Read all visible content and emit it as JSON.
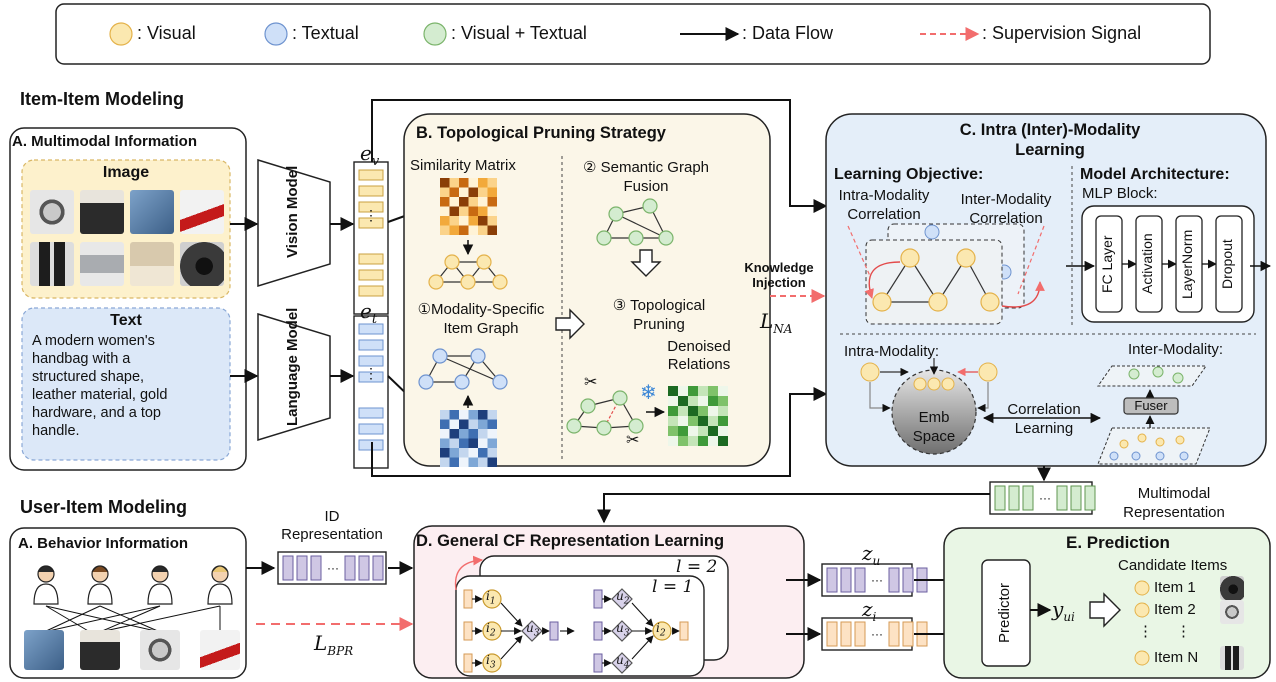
{
  "legend": {
    "visual": ": Visual",
    "textual": ": Textual",
    "visual_textual": ": Visual + Textual",
    "data_flow": ": Data Flow",
    "supervision": ": Supervision Signal"
  },
  "colors": {
    "visual": "#fbe8b0",
    "textual": "#cfe0f8",
    "vt": "#d4ecd0",
    "supervision": "#f26d6d",
    "panel_b": "#fbf6e8",
    "panel_c": "#e4eef9",
    "panel_d": "#fceef1",
    "panel_e": "#e9f6e5"
  },
  "item_modeling": {
    "heading": "Item-Item Modeling",
    "panel_a_title": "A. Multimodal Information",
    "image_title": "Image",
    "text_title": "Text",
    "text_body": [
      "A modern women's",
      "handbag with a",
      "structured shape,",
      "leather material, gold",
      "hardware, and a top",
      "handle."
    ],
    "vision_model": "Vision Model",
    "language_model": "Language Model",
    "ev": "e",
    "ev_sub": "v",
    "et": "e",
    "et_sub": "t",
    "ellipsis": "⋮"
  },
  "panel_b": {
    "title": "B. Topological Pruning Strategy",
    "similarity_matrix": "Similarity Matrix",
    "semantic_fusion": [
      "② Semantic Graph",
      "Fusion"
    ],
    "modality_graph": [
      "①Modality-Specific",
      "Item Graph"
    ],
    "topo_pruning": [
      "③ Topological",
      "Pruning"
    ],
    "denoised": [
      "Denoised",
      "Relations"
    ],
    "snowflake": "❄",
    "scissors": "✂"
  },
  "knowledge": {
    "label": [
      "Knowledge",
      "Injection"
    ],
    "loss": "L",
    "loss_sub": "NA"
  },
  "panel_c": {
    "title": [
      "C. Intra (Inter)-Modality",
      "Learning"
    ],
    "learning_objective": "Learning Objective:",
    "intra_corr": [
      "Intra-Modality",
      "Correlation"
    ],
    "inter_corr": [
      "Inter-Modality",
      "Correlation"
    ],
    "model_arch": "Model Architecture:",
    "mlp_block": "MLP Block:",
    "layers": [
      "FC Layer",
      "Activation",
      "LayerNorm",
      "Dropout"
    ],
    "intra_modality": "Intra-Modality:",
    "inter_modality": "Inter-Modality:",
    "emb_space": [
      "Emb",
      "Space"
    ],
    "correlation_learning": [
      "Correlation",
      "Learning"
    ],
    "fuser": "Fuser"
  },
  "multimodal_rep": [
    "Multimodal",
    "Representation"
  ],
  "user_modeling": {
    "heading": "User-Item Modeling",
    "panel_a_title": "A. Behavior Information",
    "id_rep": [
      "ID",
      "Representation"
    ],
    "loss": "L",
    "loss_sub": "BPR"
  },
  "panel_d": {
    "title": "D. General CF Representation Learning",
    "l2": "l = 2",
    "l1": "l = 1",
    "i1": "i",
    "i1_sub": "1",
    "i2": "i",
    "i2_sub": "2",
    "i3": "i",
    "i3_sub": "3",
    "u1": "u",
    "u1_sub": "1",
    "u2": "u",
    "u2_sub": "2",
    "u3": "u",
    "u3_sub": "3",
    "u4": "u",
    "u4_sub": "4"
  },
  "outputs": {
    "zu": "z",
    "zu_sub": "u",
    "zi": "z",
    "zi_sub": "i",
    "dots": "···"
  },
  "panel_e": {
    "title": "E. Prediction",
    "predictor": "Predictor",
    "yui": "y",
    "yui_sub": "ui",
    "candidate_items": "Candidate Items",
    "items": [
      "Item 1",
      "Item 2",
      "Item N"
    ],
    "vdots": [
      "⋮",
      "⋮"
    ]
  }
}
